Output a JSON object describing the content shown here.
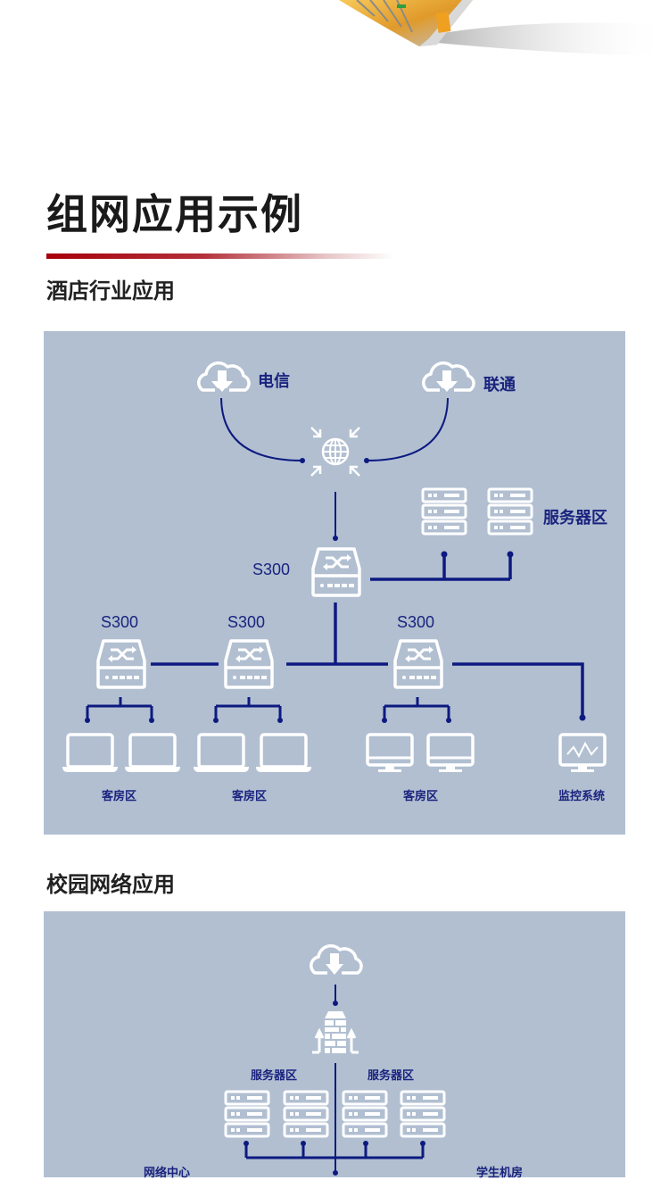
{
  "header": {
    "product_image": "network-cable-connector-image"
  },
  "section": {
    "title": "组网应用示例"
  },
  "hotel": {
    "subtitle": "酒店行业应用",
    "isp_left": "电信",
    "isp_right": "联通",
    "server_zone": "服务器区",
    "core_switch": "S300",
    "switches": [
      "S300",
      "S300",
      "S300"
    ],
    "zones": [
      "客房区",
      "客房区",
      "客房区",
      "监控系统"
    ]
  },
  "campus": {
    "subtitle": "校园网络应用",
    "server_zone_left": "服务器区",
    "server_zone_right": "服务器区",
    "network_center": "网络中心",
    "student_lab": "学生机房"
  },
  "colors": {
    "accent_red": "#a8000a",
    "diagram_bg": "#b1bfd1",
    "line_navy": "#0d1a80",
    "label_navy": "#1a237e",
    "icon_white": "#ffffff"
  }
}
